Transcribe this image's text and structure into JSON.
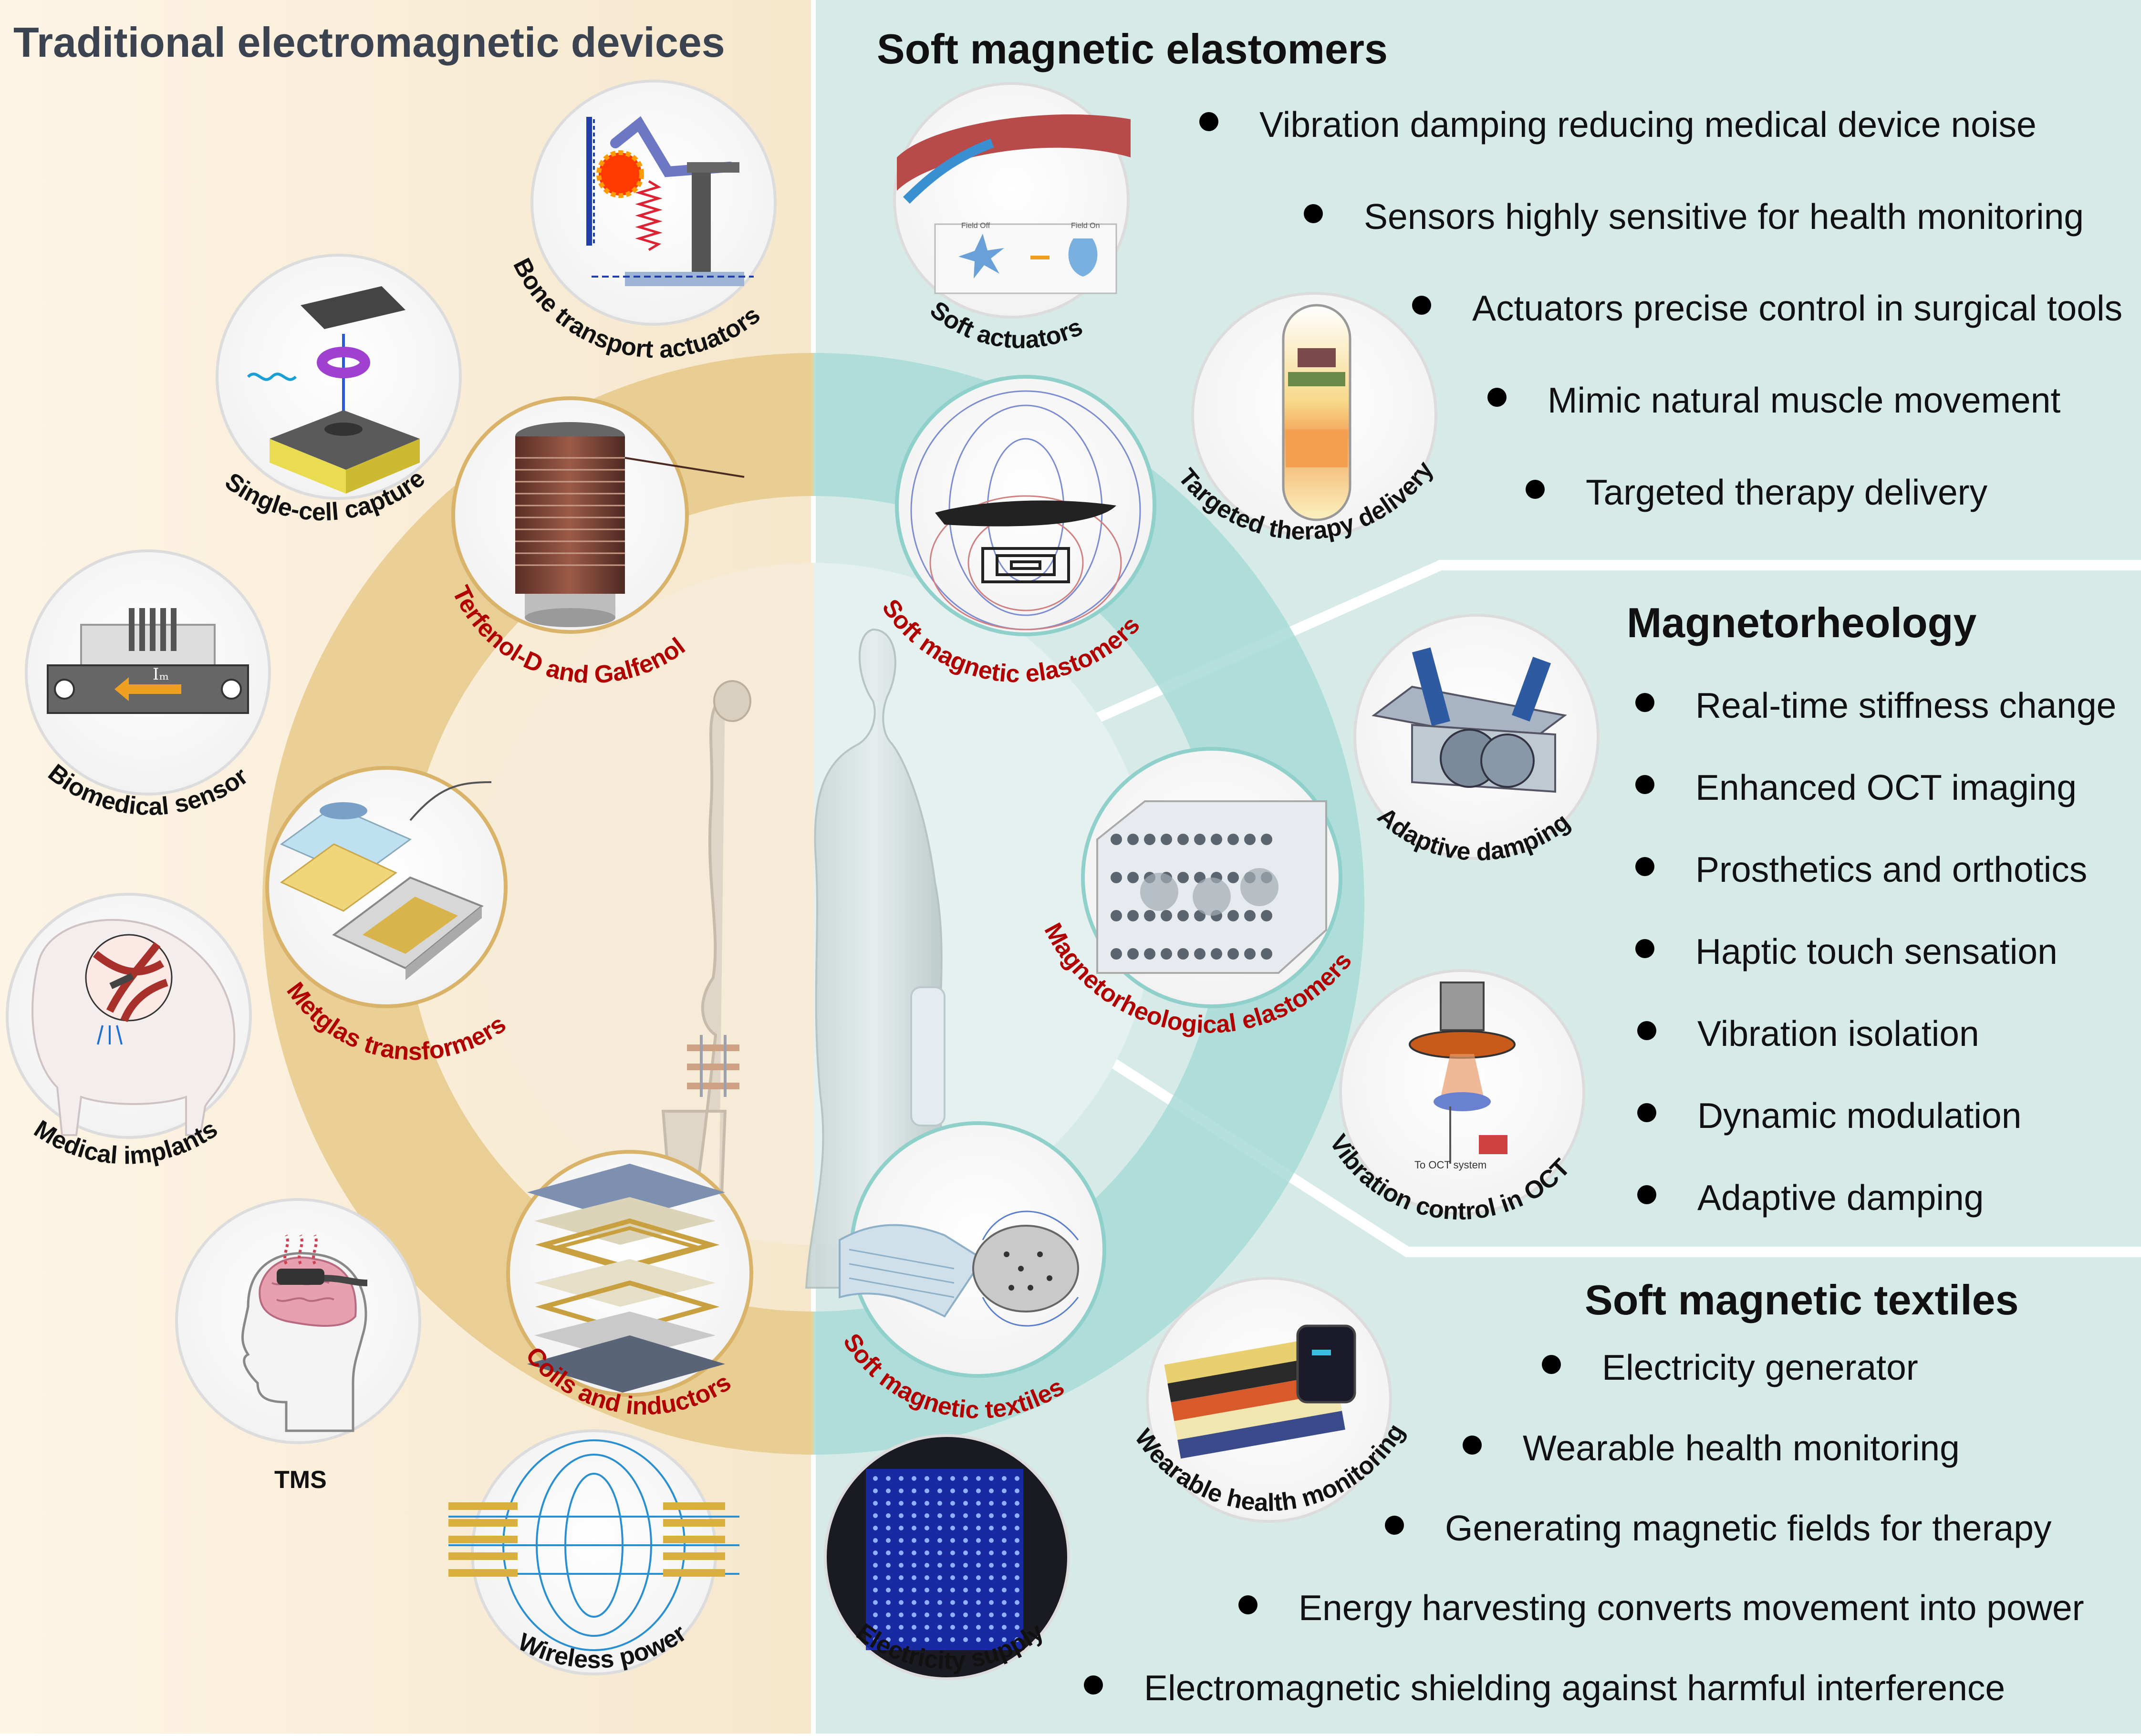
{
  "left_panel": {
    "title": "Traditional electromagnetic devices",
    "bg_color": "#fbf1e0"
  },
  "right_panel": {
    "bg_color": "#d9ece9",
    "sections": [
      {
        "title": "Soft magnetic elastomers",
        "bullets": [
          "Vibration damping reducing medical device noise",
          "Sensors highly sensitive for health monitoring",
          "Actuators precise control in surgical tools",
          "Mimic natural muscle movement",
          "Targeted therapy delivery"
        ]
      },
      {
        "title": "Magnetorheology",
        "bullets": [
          "Real-time stiffness change",
          "Enhanced OCT imaging",
          "Prosthetics and orthotics",
          "Haptic touch sensation",
          "Vibration isolation",
          "Dynamic modulation",
          "Adaptive damping"
        ]
      },
      {
        "title": "Soft magnetic textiles",
        "bullets": [
          "Electricity generator",
          "Wearable health monitoring",
          "Generating magnetic fields for therapy",
          "Energy harvesting converts movement into power",
          "Electromagnetic shielding against harmful interference"
        ]
      }
    ]
  },
  "ring_materials_left": [
    "Terfenol-D and Galfenol",
    "Metglas transformers",
    "Coils and inductors"
  ],
  "ring_materials_right": [
    "Soft magnetic elastomers",
    "Magnetorheological elastomers",
    "Soft magnetic textiles"
  ],
  "applications_left": [
    "Bone transport actuators",
    "Single-cell capture",
    "Biomedical sensor",
    "Medical  implants",
    "TMS",
    "Wireless power"
  ],
  "applications_right": [
    "Soft actuators",
    "Targeted therapy delivery",
    "Adaptive damping",
    "Vibration control in OCT",
    "Wearable health monitoring",
    "Electricity supply"
  ],
  "sensor_current_label": "Iₘ",
  "oct_label": "To OCT system",
  "field_labels": [
    "Field Off",
    "Field On"
  ],
  "colors": {
    "material_label": "#b00000",
    "ring_left": "#e3c88a",
    "ring_right": "#a6d8d4",
    "bullet_text": "#111111"
  }
}
